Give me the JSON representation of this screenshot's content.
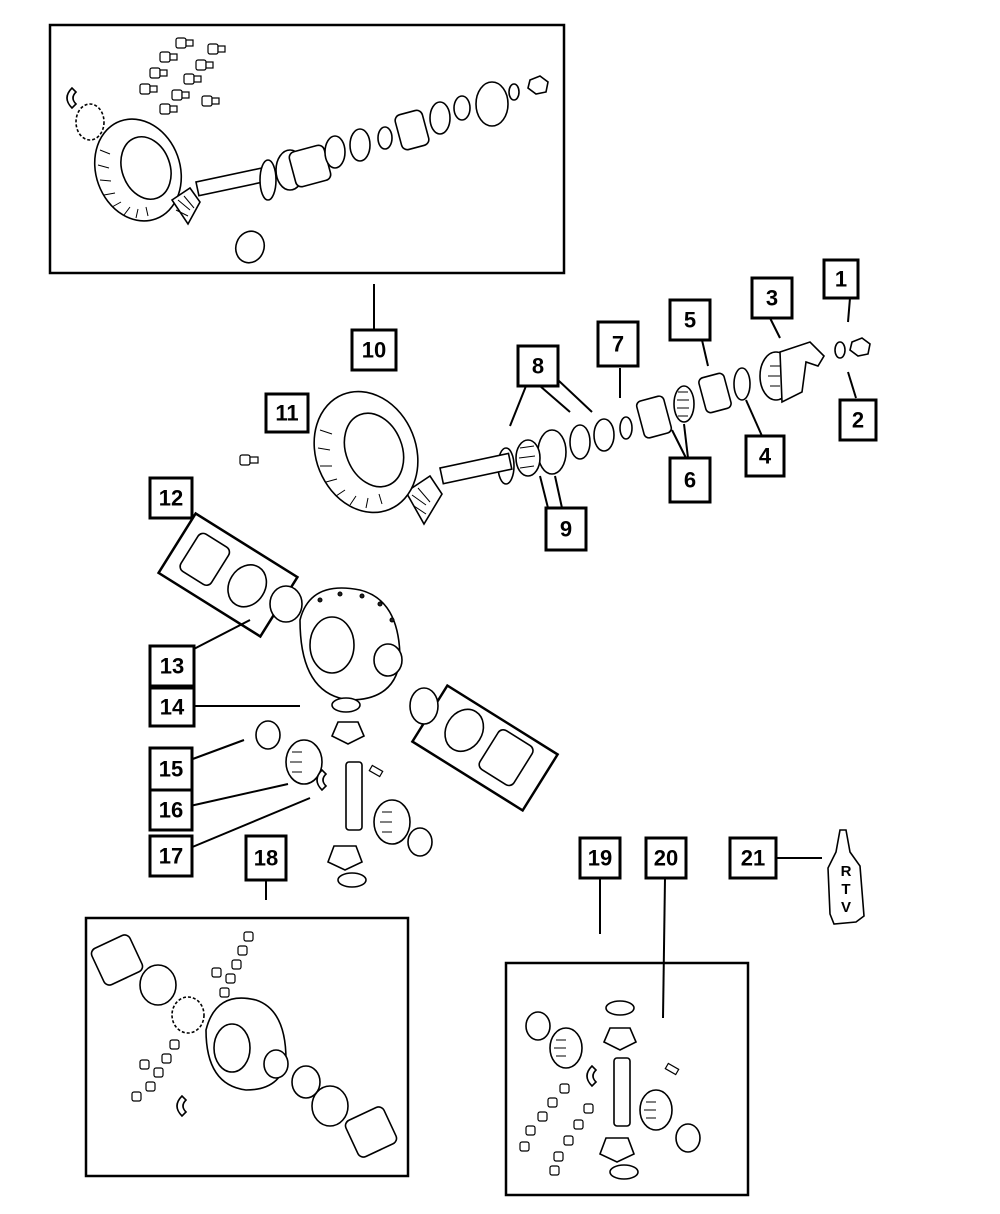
{
  "callouts": [
    {
      "id": "callout-1",
      "number": "1"
    },
    {
      "id": "callout-2",
      "number": "2"
    },
    {
      "id": "callout-3",
      "number": "3"
    },
    {
      "id": "callout-4",
      "number": "4"
    },
    {
      "id": "callout-5",
      "number": "5"
    },
    {
      "id": "callout-6",
      "number": "6"
    },
    {
      "id": "callout-7",
      "number": "7"
    },
    {
      "id": "callout-8",
      "number": "8"
    },
    {
      "id": "callout-9",
      "number": "9"
    },
    {
      "id": "callout-10",
      "number": "10"
    },
    {
      "id": "callout-11",
      "number": "11"
    },
    {
      "id": "callout-12",
      "number": "12"
    },
    {
      "id": "callout-13",
      "number": "13"
    },
    {
      "id": "callout-14",
      "number": "14"
    },
    {
      "id": "callout-15",
      "number": "15"
    },
    {
      "id": "callout-16",
      "number": "16"
    },
    {
      "id": "callout-17",
      "number": "17"
    },
    {
      "id": "callout-18",
      "number": "18"
    },
    {
      "id": "callout-19",
      "number": "19"
    },
    {
      "id": "callout-20",
      "number": "20"
    },
    {
      "id": "callout-21",
      "number": "21"
    }
  ],
  "sealant_tube": {
    "letters": [
      "R",
      "T",
      "V"
    ]
  },
  "colors": {
    "line": "#000000",
    "background": "#ffffff"
  }
}
